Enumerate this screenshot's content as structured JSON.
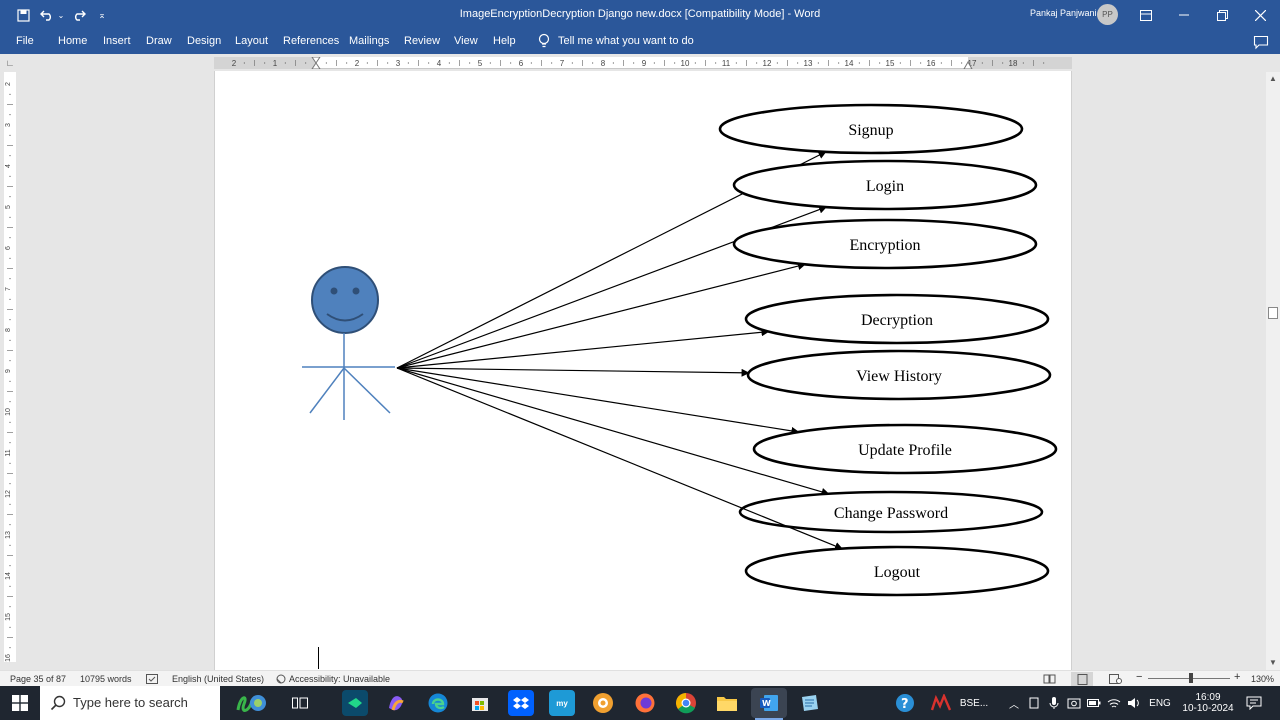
{
  "window": {
    "title": "ImageEncryptionDecryption Django new.docx [Compatibility Mode]  -  Word",
    "user_name": "Pankaj Panjwani",
    "user_initials": "PP"
  },
  "ribbon": {
    "tabs": [
      "File",
      "Home",
      "Insert",
      "Draw",
      "Design",
      "Layout",
      "References",
      "Mailings",
      "Review",
      "View",
      "Help"
    ],
    "tell_me": "Tell me what you want to do"
  },
  "ruler": {
    "h_numbers": [
      "2",
      "1",
      "1",
      "2",
      "3",
      "4",
      "5",
      "6",
      "7",
      "8",
      "9",
      "10",
      "11",
      "12",
      "13",
      "14",
      "15",
      "16",
      "17",
      "18"
    ],
    "v_numbers": [
      "2",
      "3",
      "4",
      "5",
      "6",
      "7",
      "8",
      "9",
      "10",
      "11",
      "12",
      "13",
      "14",
      "15",
      "16"
    ]
  },
  "diagram": {
    "use_cases": [
      "Signup",
      "Login",
      "Encryption",
      "Decryption",
      "View History",
      "Update Profile",
      "Change Password",
      "Logout"
    ],
    "actor_color": "#4f81bd"
  },
  "statusbar": {
    "page": "Page 35 of 87",
    "words": "10795 words",
    "language": "English (United States)",
    "accessibility": "Accessibility: Unavailable",
    "zoom": "130%"
  },
  "taskbar": {
    "search_placeholder": "Type here to search",
    "tray_app": "BSE...",
    "language": "ENG",
    "time": "16:09",
    "date": "10-10-2024"
  },
  "colors": {
    "word_blue": "#2b579a",
    "taskbar": "#1f2630"
  }
}
